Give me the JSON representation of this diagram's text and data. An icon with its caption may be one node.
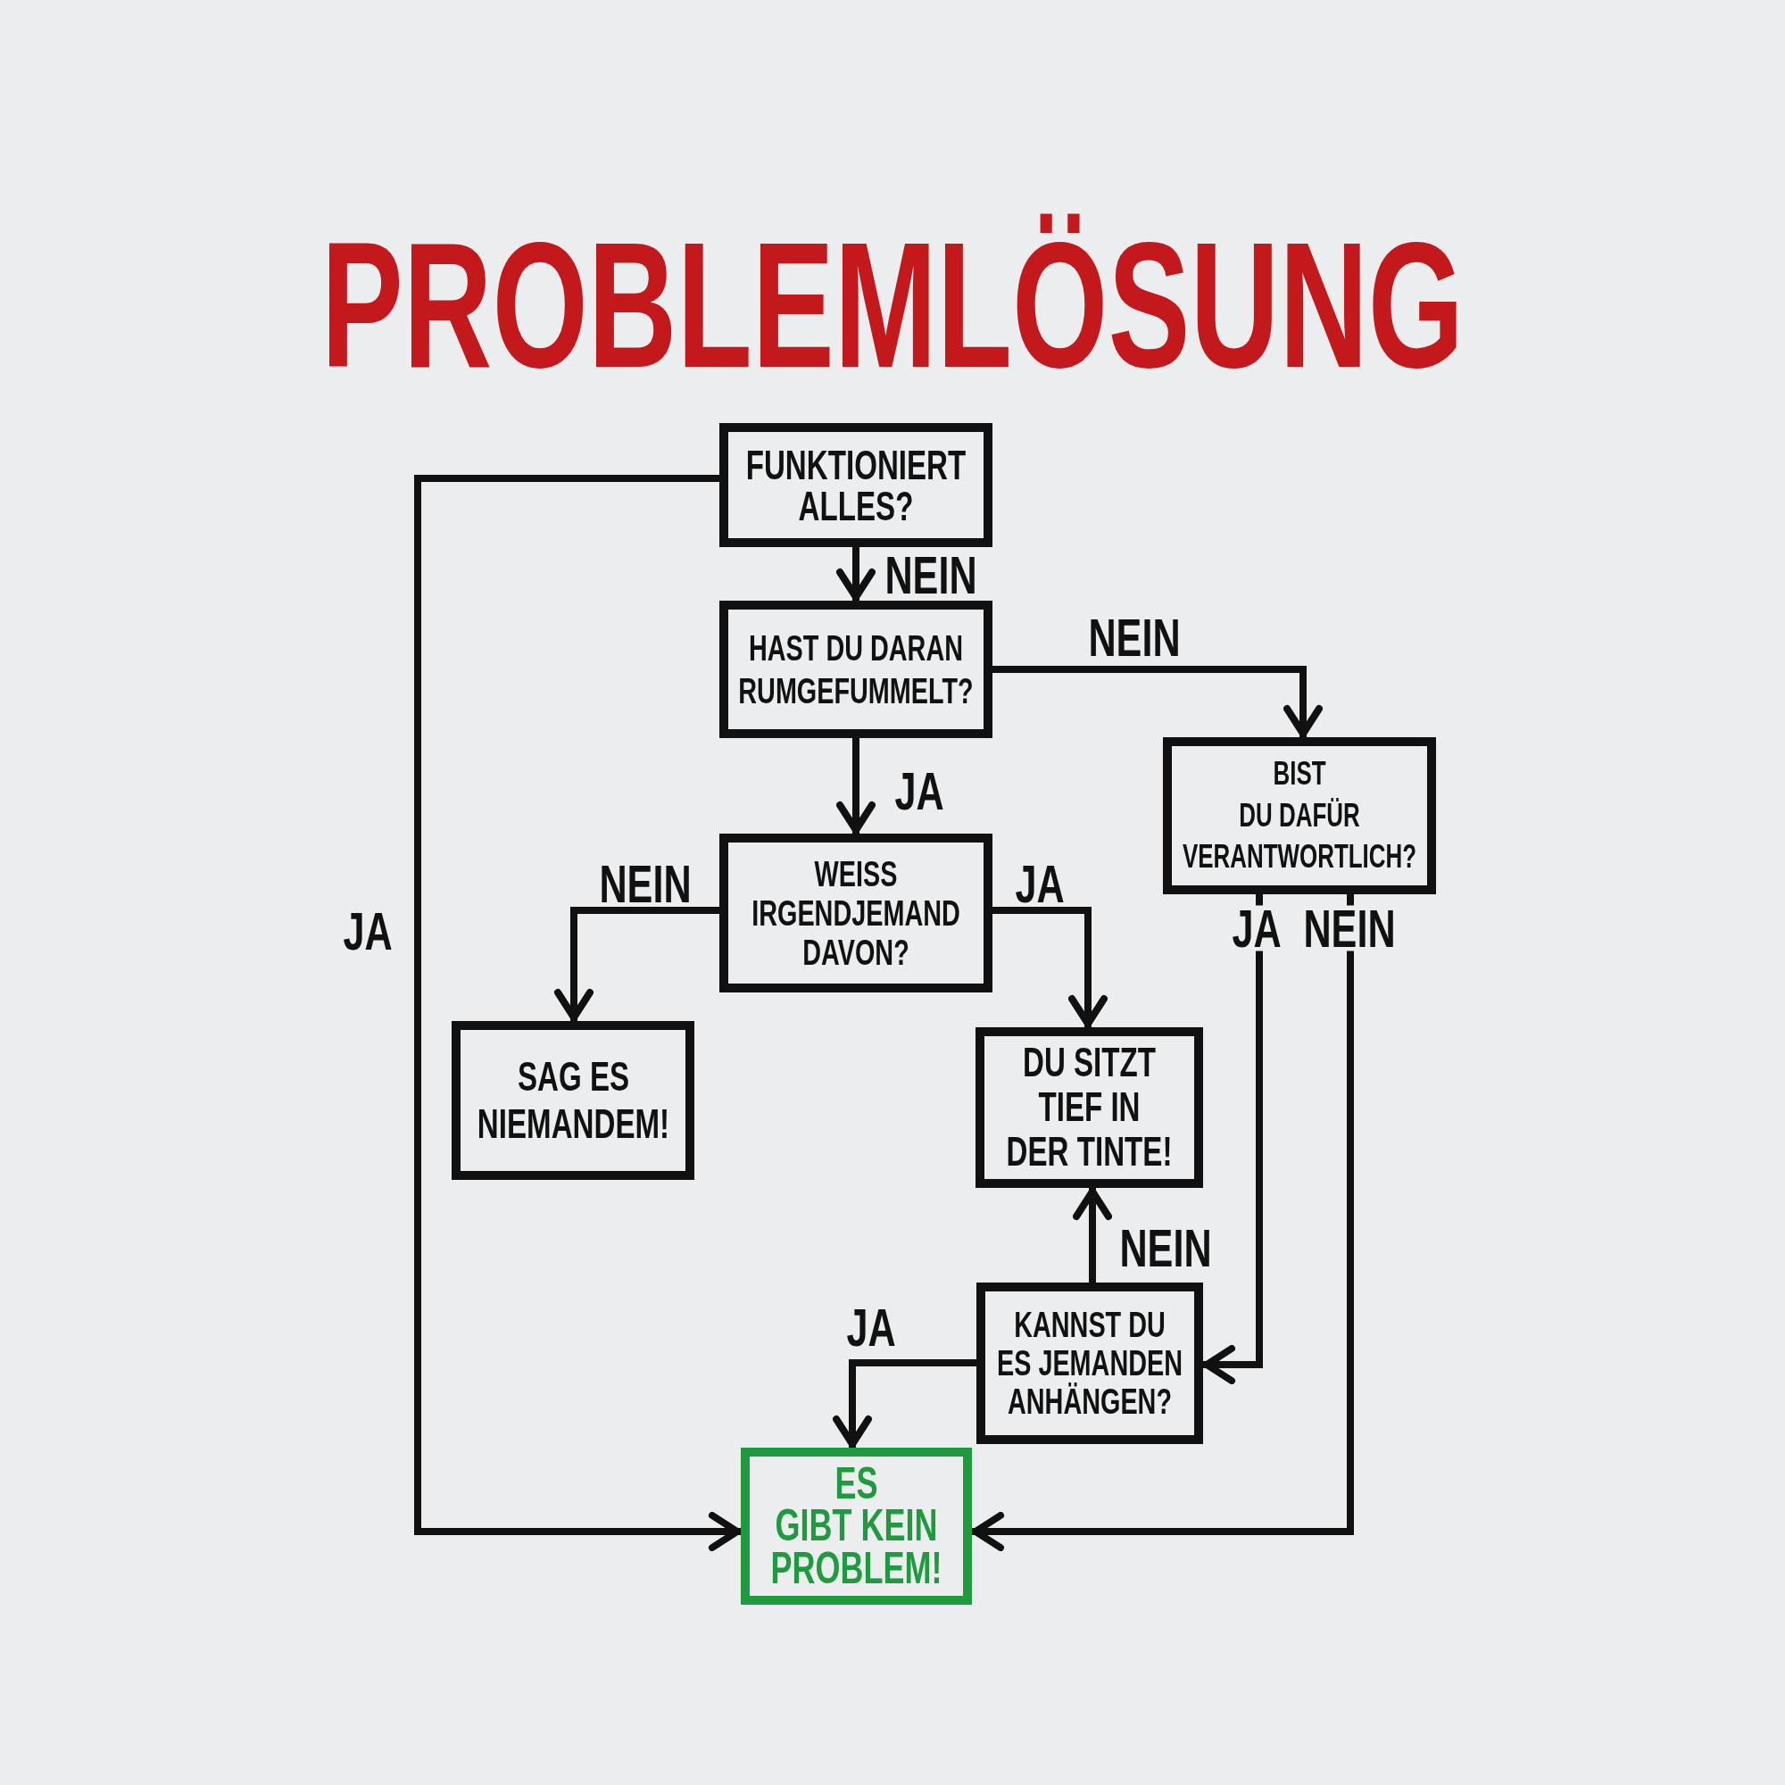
{
  "diagram": {
    "title": "PROBLEMLÖSUNG",
    "nodes": [
      {
        "text": [
          "FUNKTIONIERT ALLES?"
        ]
      },
      {
        "text": [
          "HAST DU DARAN RUMGEFUMMELT?"
        ]
      },
      {
        "text": [
          "BIST DU DAFÜR VERANTWORTLICH?"
        ]
      },
      {
        "text": [
          "WEISS IRGENDJEMAND DAVON?"
        ]
      },
      {
        "text": [
          "SAG ES NIEMANDEM!"
        ]
      },
      {
        "text": [
          "DU SITZT TIEF IN DER TINTE!"
        ]
      },
      {
        "text": [
          "KANNST DU ES JEMANDEN ANHÄNGEN?"
        ]
      },
      {
        "text": [
          "ES GIBT KEIN PROBLEM!"
        ]
      }
    ],
    "edges": [
      {
        "from": 0,
        "to": 1,
        "label": "NEIN",
        "arrow": "to"
      },
      {
        "from": 1,
        "to": 2,
        "label": "NEIN",
        "arrow": "to"
      },
      {
        "from": 1,
        "to": 3,
        "label": "JA",
        "arrow": "to"
      },
      {
        "from": 3,
        "to": 4,
        "label": "NEIN",
        "arrow": "to"
      },
      {
        "from": 3,
        "to": 5,
        "label": "JA",
        "arrow": "to"
      },
      {
        "from": 0,
        "to": 7,
        "label": "JA",
        "arrow": "to"
      },
      {
        "from": 2,
        "to": 6,
        "label": "JA",
        "arrow": "to"
      },
      {
        "from": 2,
        "to": 7,
        "label": "NEIN",
        "arrow": "to"
      },
      {
        "from": 6,
        "to": 5,
        "label": "NEIN",
        "arrow": "to"
      },
      {
        "from": 6,
        "to": 7,
        "label": "JA",
        "arrow": "to"
      }
    ]
  }
}
